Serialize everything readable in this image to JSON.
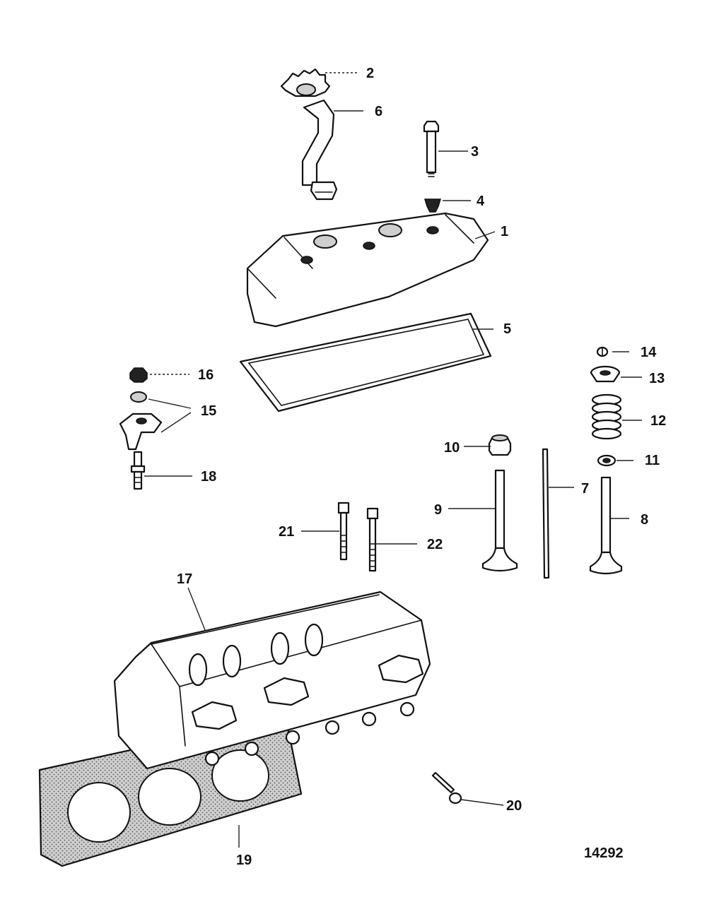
{
  "callouts": {
    "c1": "1",
    "c2": "2",
    "c3": "3",
    "c4": "4",
    "c5": "5",
    "c6": "6",
    "c7": "7",
    "c8": "8",
    "c9": "9",
    "c10": "10",
    "c11": "11",
    "c12": "12",
    "c13": "13",
    "c14": "14",
    "c15": "15",
    "c16": "16",
    "c17": "17",
    "c18": "18",
    "c19": "19",
    "c20": "20",
    "c21": "21",
    "c22": "22"
  },
  "figure_number": "14292"
}
